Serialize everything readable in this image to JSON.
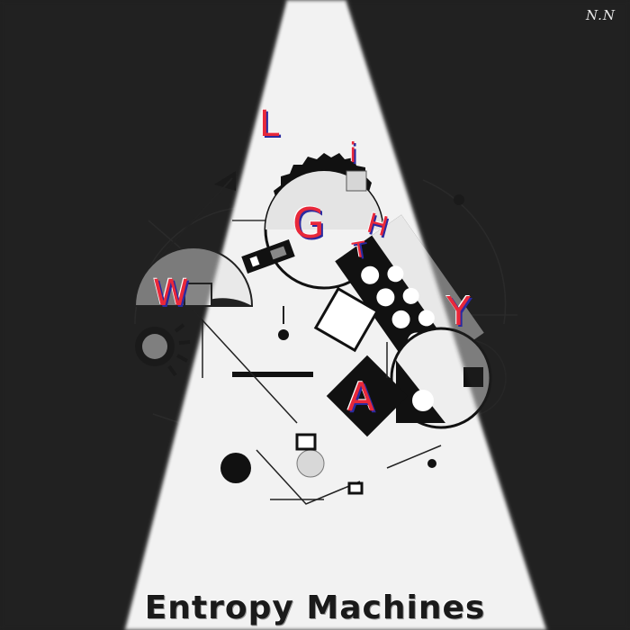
{
  "signature": "N.N",
  "album_title": "Entropy Machines",
  "art_letters": [
    "L",
    "i",
    "G",
    "H",
    "T",
    "W",
    "A",
    "Y"
  ],
  "colors": {
    "background": "#202020",
    "spotlight": "#f4f4f4",
    "letter_red": "#e8283a",
    "letter_shadow": "#2a2aa0"
  }
}
